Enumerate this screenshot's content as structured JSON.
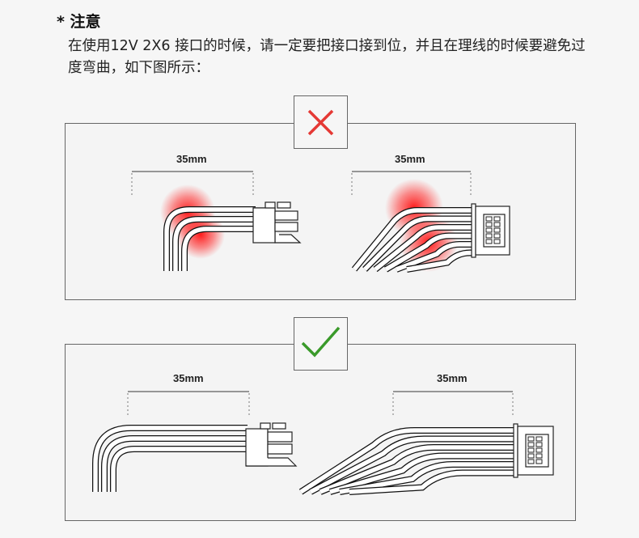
{
  "notice": {
    "title": "* 注意",
    "text": "在使用12V 2X6 接口的时候，请一定要把接口接到位，并且在理线的时候要避免过度弯曲，如下图所示："
  },
  "wrong_example": {
    "icon": "cross-icon",
    "color": "#e53935",
    "dims": [
      "35mm",
      "35mm"
    ]
  },
  "correct_example": {
    "icon": "check-icon",
    "color": "#3a9a2a",
    "dims": [
      "35mm",
      "35mm"
    ]
  }
}
